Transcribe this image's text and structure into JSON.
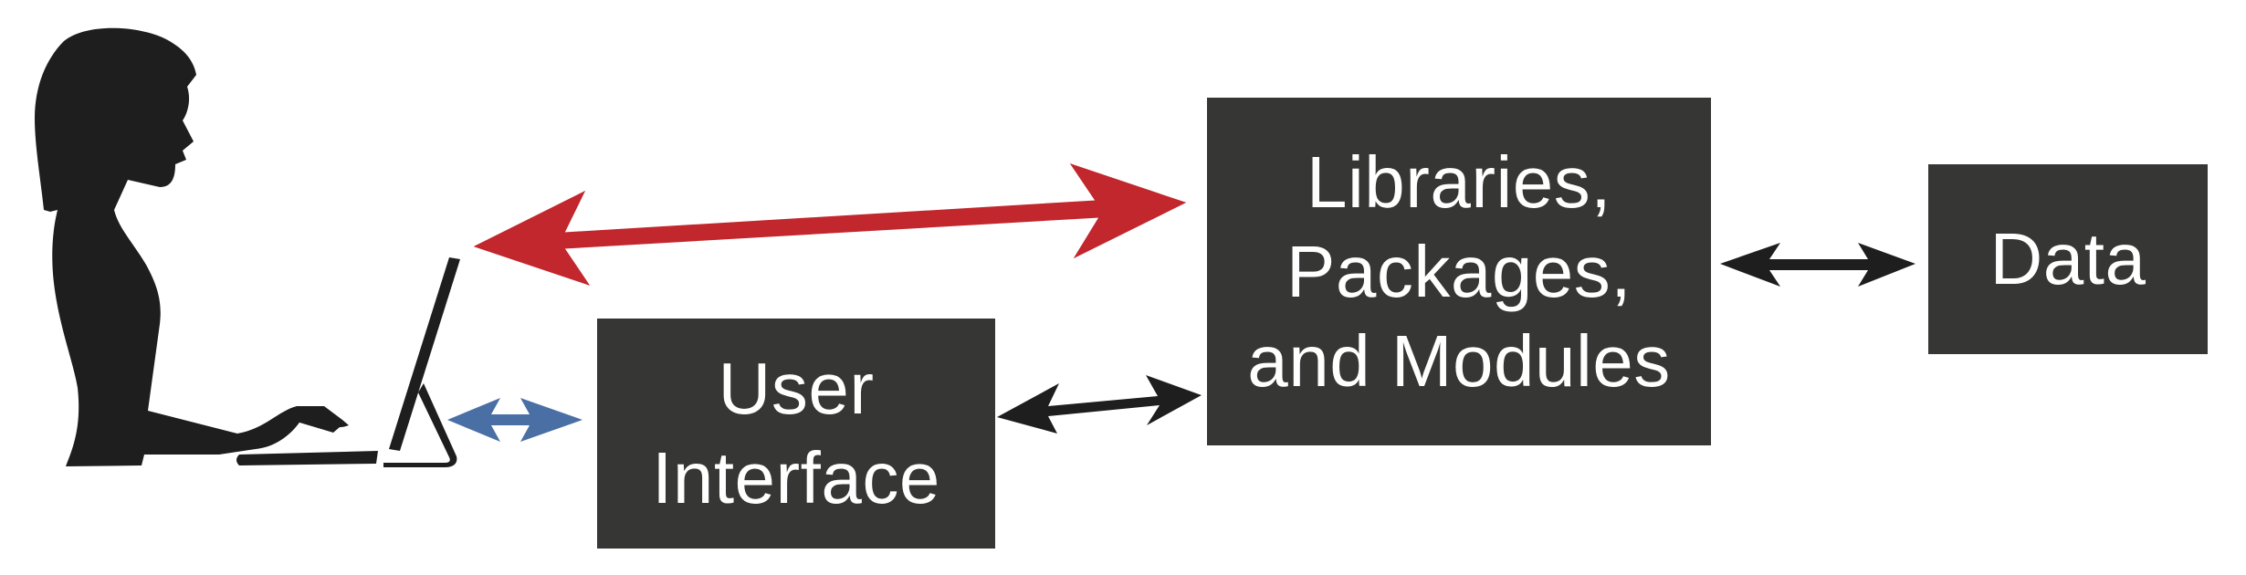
{
  "diagram": {
    "nodes": {
      "user_interface": {
        "lines": [
          "User",
          "Interface"
        ]
      },
      "libraries": {
        "lines": [
          "Libraries,",
          "Packages,",
          "and Modules"
        ]
      },
      "data": {
        "lines": [
          "Data"
        ]
      }
    },
    "icons": {
      "person": "person-at-computer-silhouette"
    },
    "edges": [
      {
        "from": "person",
        "to": "libraries",
        "bidirectional": true,
        "color": "#c1272d"
      },
      {
        "from": "person",
        "to": "user_interface",
        "bidirectional": true,
        "color": "#4a6fa5"
      },
      {
        "from": "user_interface",
        "to": "libraries",
        "bidirectional": true,
        "color": "#1e1e1e"
      },
      {
        "from": "libraries",
        "to": "data",
        "bidirectional": true,
        "color": "#1e1e1e"
      }
    ],
    "colors": {
      "box_fill": "#363634",
      "box_text": "#ffffff",
      "silhouette": "#1e1e1e",
      "accent_red": "#c1272d",
      "accent_blue": "#4a6fa5"
    }
  }
}
